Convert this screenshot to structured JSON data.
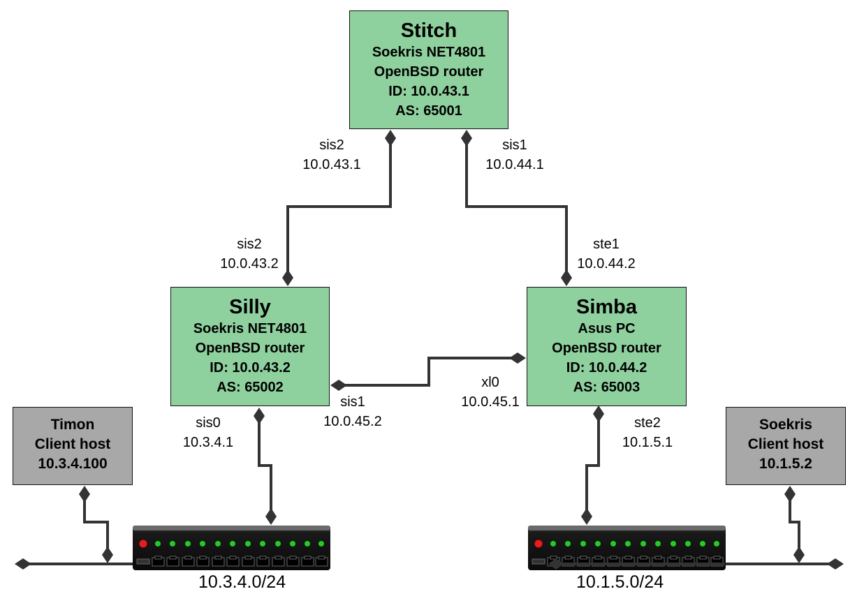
{
  "colors": {
    "router_fill": "#8fd19e",
    "client_fill": "#a8a8a8",
    "link": "#333333"
  },
  "nodes": {
    "stitch": {
      "name": "Stitch",
      "lines": [
        "Soekris NET4801",
        "OpenBSD router",
        "ID: 10.0.43.1",
        "AS: 65001"
      ]
    },
    "silly": {
      "name": "Silly",
      "lines": [
        "Soekris NET4801",
        "OpenBSD router",
        "ID: 10.0.43.2",
        "AS: 65002"
      ]
    },
    "simba": {
      "name": "Simba",
      "lines": [
        "Asus PC",
        "OpenBSD router",
        "ID: 10.0.44.2",
        "AS: 65003"
      ]
    },
    "timon": {
      "lines": [
        "Timon",
        "Client host",
        "10.3.4.100"
      ]
    },
    "soekris_client": {
      "lines": [
        "Soekris",
        "Client host",
        "10.1.5.2"
      ]
    }
  },
  "interfaces": {
    "stitch_sis2": {
      "name": "sis2",
      "ip": "10.0.43.1"
    },
    "stitch_sis1": {
      "name": "sis1",
      "ip": "10.0.44.1"
    },
    "silly_sis2": {
      "name": "sis2",
      "ip": "10.0.43.2"
    },
    "simba_ste1": {
      "name": "ste1",
      "ip": "10.0.44.2"
    },
    "silly_sis1": {
      "name": "sis1",
      "ip": "10.0.45.2"
    },
    "simba_xl0": {
      "name": "xl0",
      "ip": "10.0.45.1"
    },
    "silly_sis0": {
      "name": "sis0",
      "ip": "10.3.4.1"
    },
    "simba_ste2": {
      "name": "ste2",
      "ip": "10.1.5.1"
    }
  },
  "networks": {
    "left": "10.3.4.0/24",
    "right": "10.1.5.0/24"
  },
  "icons": {
    "switch": "ethernet-switch-icon",
    "connector": "diamond-connector-icon"
  }
}
